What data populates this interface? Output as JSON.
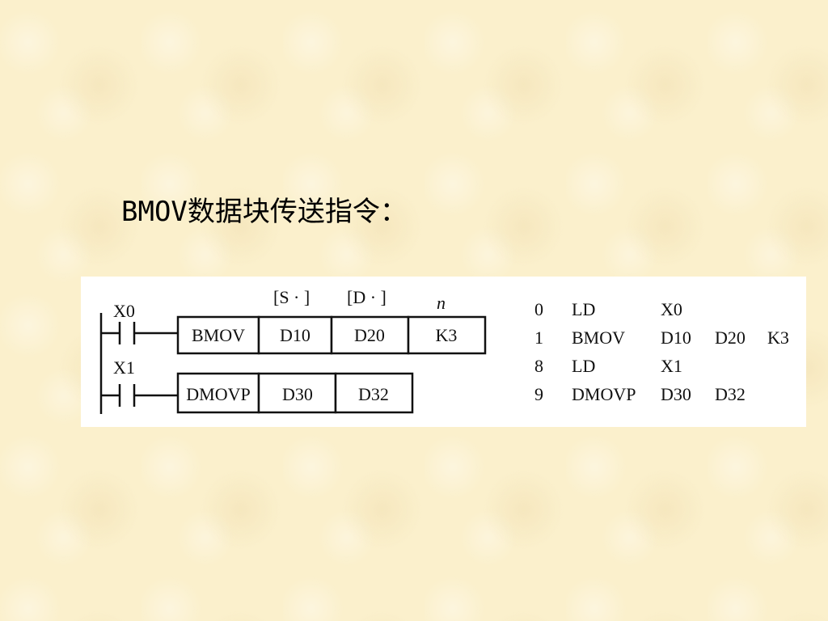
{
  "title": "BMOV数据块传送指令：",
  "ladder": {
    "rung1": {
      "contact": "X0",
      "operand_headers": [
        "[S · ]",
        "[D · ]",
        "n"
      ],
      "cells": [
        "BMOV",
        "D10",
        "D20",
        "K3"
      ]
    },
    "rung2": {
      "contact": "X1",
      "cells": [
        "DMOVP",
        "D30",
        "D32"
      ]
    }
  },
  "program": [
    {
      "step": "0",
      "op": "LD",
      "args": [
        "X0"
      ]
    },
    {
      "step": "1",
      "op": "BMOV",
      "args": [
        "D10",
        "D20",
        "K3"
      ]
    },
    {
      "step": "8",
      "op": "LD",
      "args": [
        "X1"
      ]
    },
    {
      "step": "9",
      "op": "DMOVP",
      "args": [
        "D30",
        "D32"
      ]
    }
  ]
}
